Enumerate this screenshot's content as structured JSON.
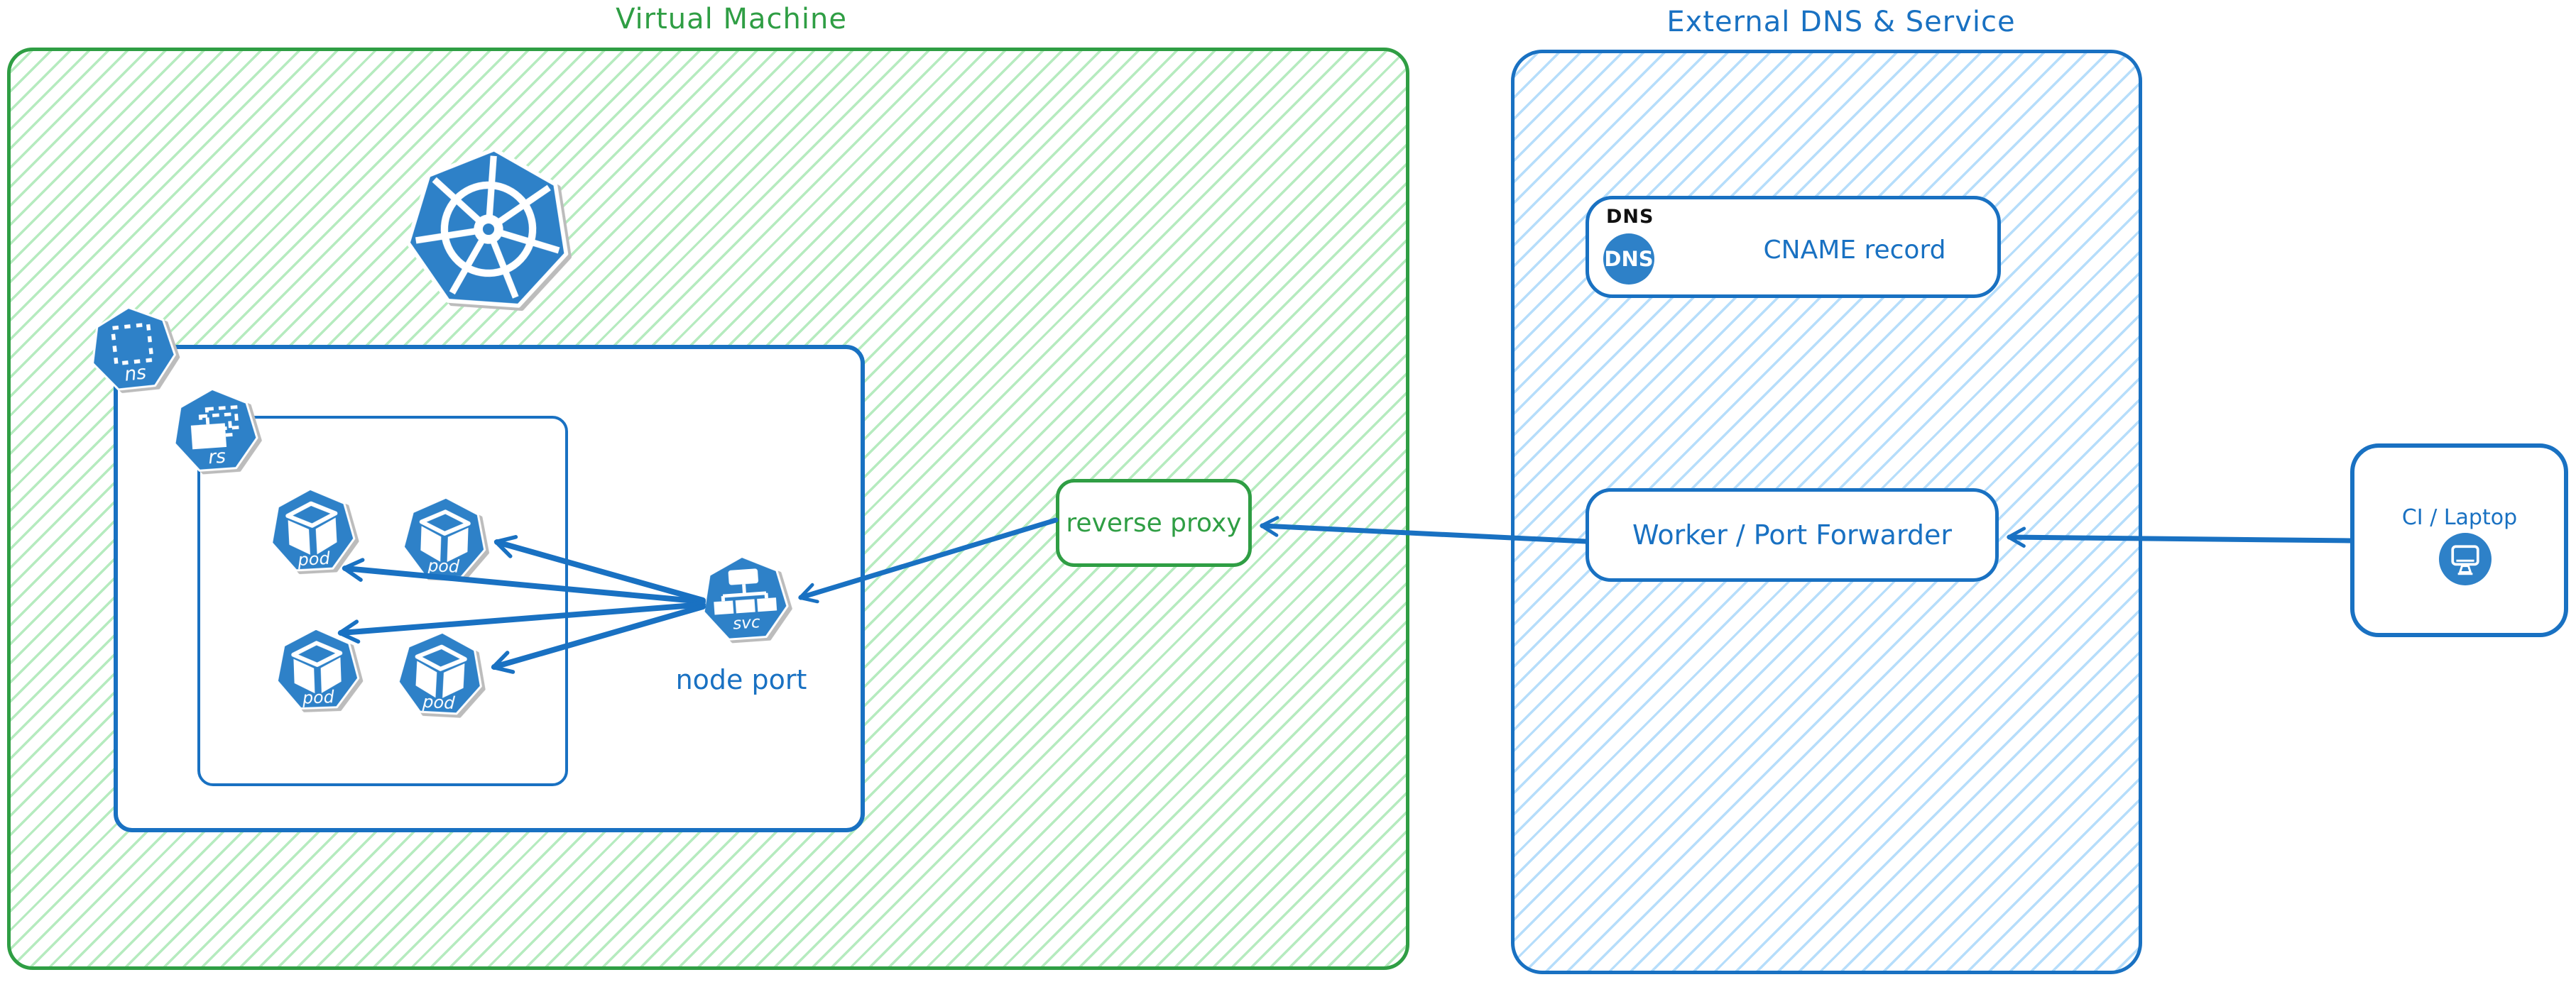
{
  "groups": {
    "vm": {
      "title": "Virtual Machine"
    },
    "external": {
      "title": "External DNS & Service"
    }
  },
  "nodes": {
    "namespace": {
      "label": "ns"
    },
    "replicaset": {
      "label": "rs"
    },
    "pods": [
      {
        "label": "pod"
      },
      {
        "label": "pod"
      },
      {
        "label": "pod"
      },
      {
        "label": "pod"
      }
    ],
    "service": {
      "label": "svc",
      "caption": "node port"
    },
    "reverse_proxy": {
      "label": "reverse proxy"
    },
    "dns": {
      "header": "DNS",
      "badge": "DNS",
      "label": "CNAME record"
    },
    "worker": {
      "label": "Worker / Port Forwarder"
    },
    "ci": {
      "label": "CI / Laptop"
    }
  },
  "colors": {
    "green_stroke": "#2f9e44",
    "green_hatch": "#79db8a",
    "blue_stroke": "#1971c2",
    "blue_hatch": "#85c7f8",
    "icon_blue": "#2e81c8",
    "dns_header_black": "#111111",
    "background": "#ffffff"
  }
}
